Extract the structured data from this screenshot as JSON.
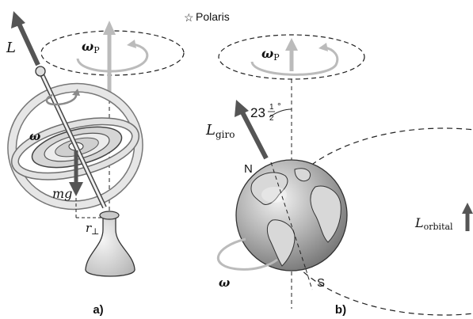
{
  "figure": {
    "star_label": "Polaris",
    "panel_a": {
      "caption": "a)",
      "L": "L",
      "omega_p_main": "ω",
      "omega_p_sub": "P",
      "omega": "ω",
      "mg": "mg",
      "r_perp": "r",
      "r_perp_sub": "⊥"
    },
    "panel_b": {
      "caption": "b)",
      "omega_p_main": "ω",
      "omega_p_sub": "P",
      "L_giro_main": "L",
      "L_giro_sub": "giro",
      "angle_whole": "23",
      "angle_num": "1",
      "angle_den": "2",
      "angle_deg": "°",
      "north": "N",
      "south": "S",
      "omega": "ω",
      "L_orbital_main": "L",
      "L_orbital_sub": "orbital"
    },
    "colors": {
      "arrow_dark": "#555555",
      "arrow_light": "#bbbbbb",
      "earth_base": "#9a9a9a",
      "gyro_ring": "#d9d9d9"
    }
  }
}
